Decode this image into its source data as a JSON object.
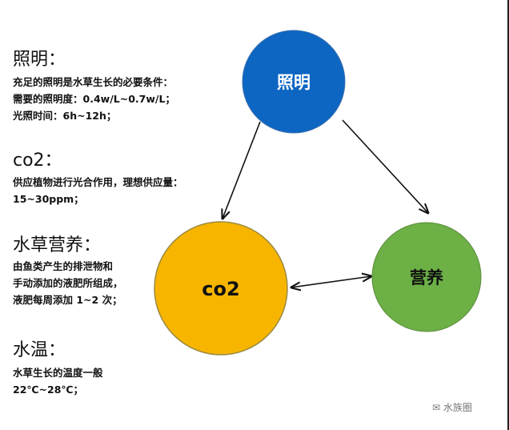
{
  "sections": [
    {
      "title": "照明：",
      "lines": [
        "充足的照明是水草生长的必要条件：",
        "需要的照明度：0.4w/L~0.7w/L；",
        "光照时间：6h~12h；"
      ]
    },
    {
      "title": "co2：",
      "lines": [
        "供应植物进行光合作用，理想供应量：",
        "15~30ppm；"
      ]
    },
    {
      "title": "水草营养：",
      "lines": [
        "由鱼类产生的排泄物和",
        "手动添加的液肥所组成，",
        "液肥每周添加 1~2 次；"
      ]
    },
    {
      "title": "水温：",
      "lines": [
        "水草生长的温度一般",
        "22℃~28℃；"
      ]
    }
  ],
  "nodes": {
    "lighting": {
      "label": "照明",
      "color": "#0d66c2"
    },
    "co2": {
      "label": "co2",
      "color": "#f7b500"
    },
    "nutrition": {
      "label": "营养",
      "color": "#6cb046"
    }
  },
  "watermark": "水族圈"
}
